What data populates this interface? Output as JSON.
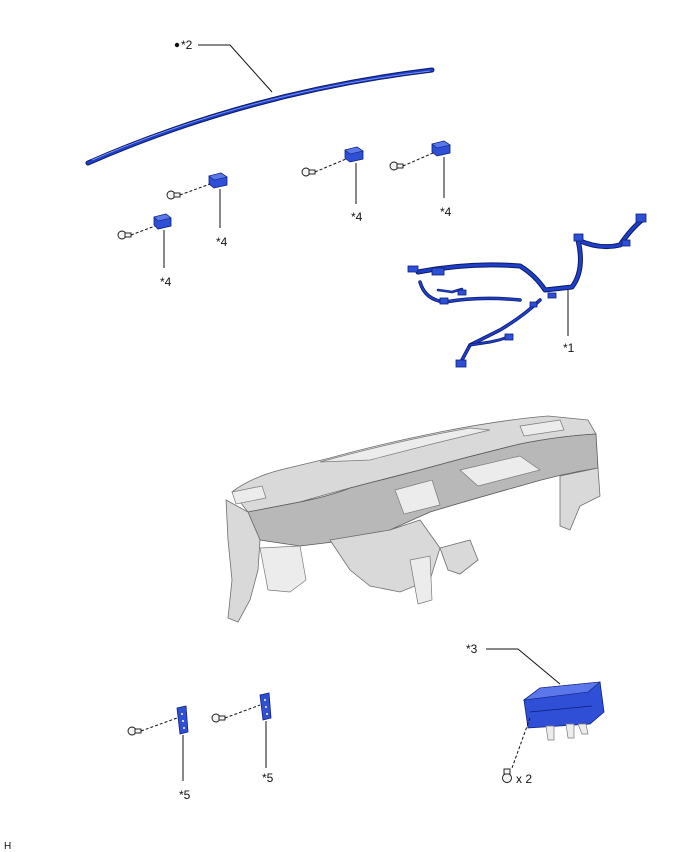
{
  "parts": {
    "p1": {
      "label": "*1"
    },
    "p2": {
      "label": "*2"
    },
    "p3": {
      "label": "*3",
      "qty": "x 2"
    },
    "p4": {
      "label": "*4"
    },
    "p5": {
      "label": "*5"
    }
  },
  "corner_code": "H",
  "colors": {
    "part_blue": "#2f4fd6",
    "panel_grey": "#d9d9d9",
    "leader_line": "#111111"
  }
}
